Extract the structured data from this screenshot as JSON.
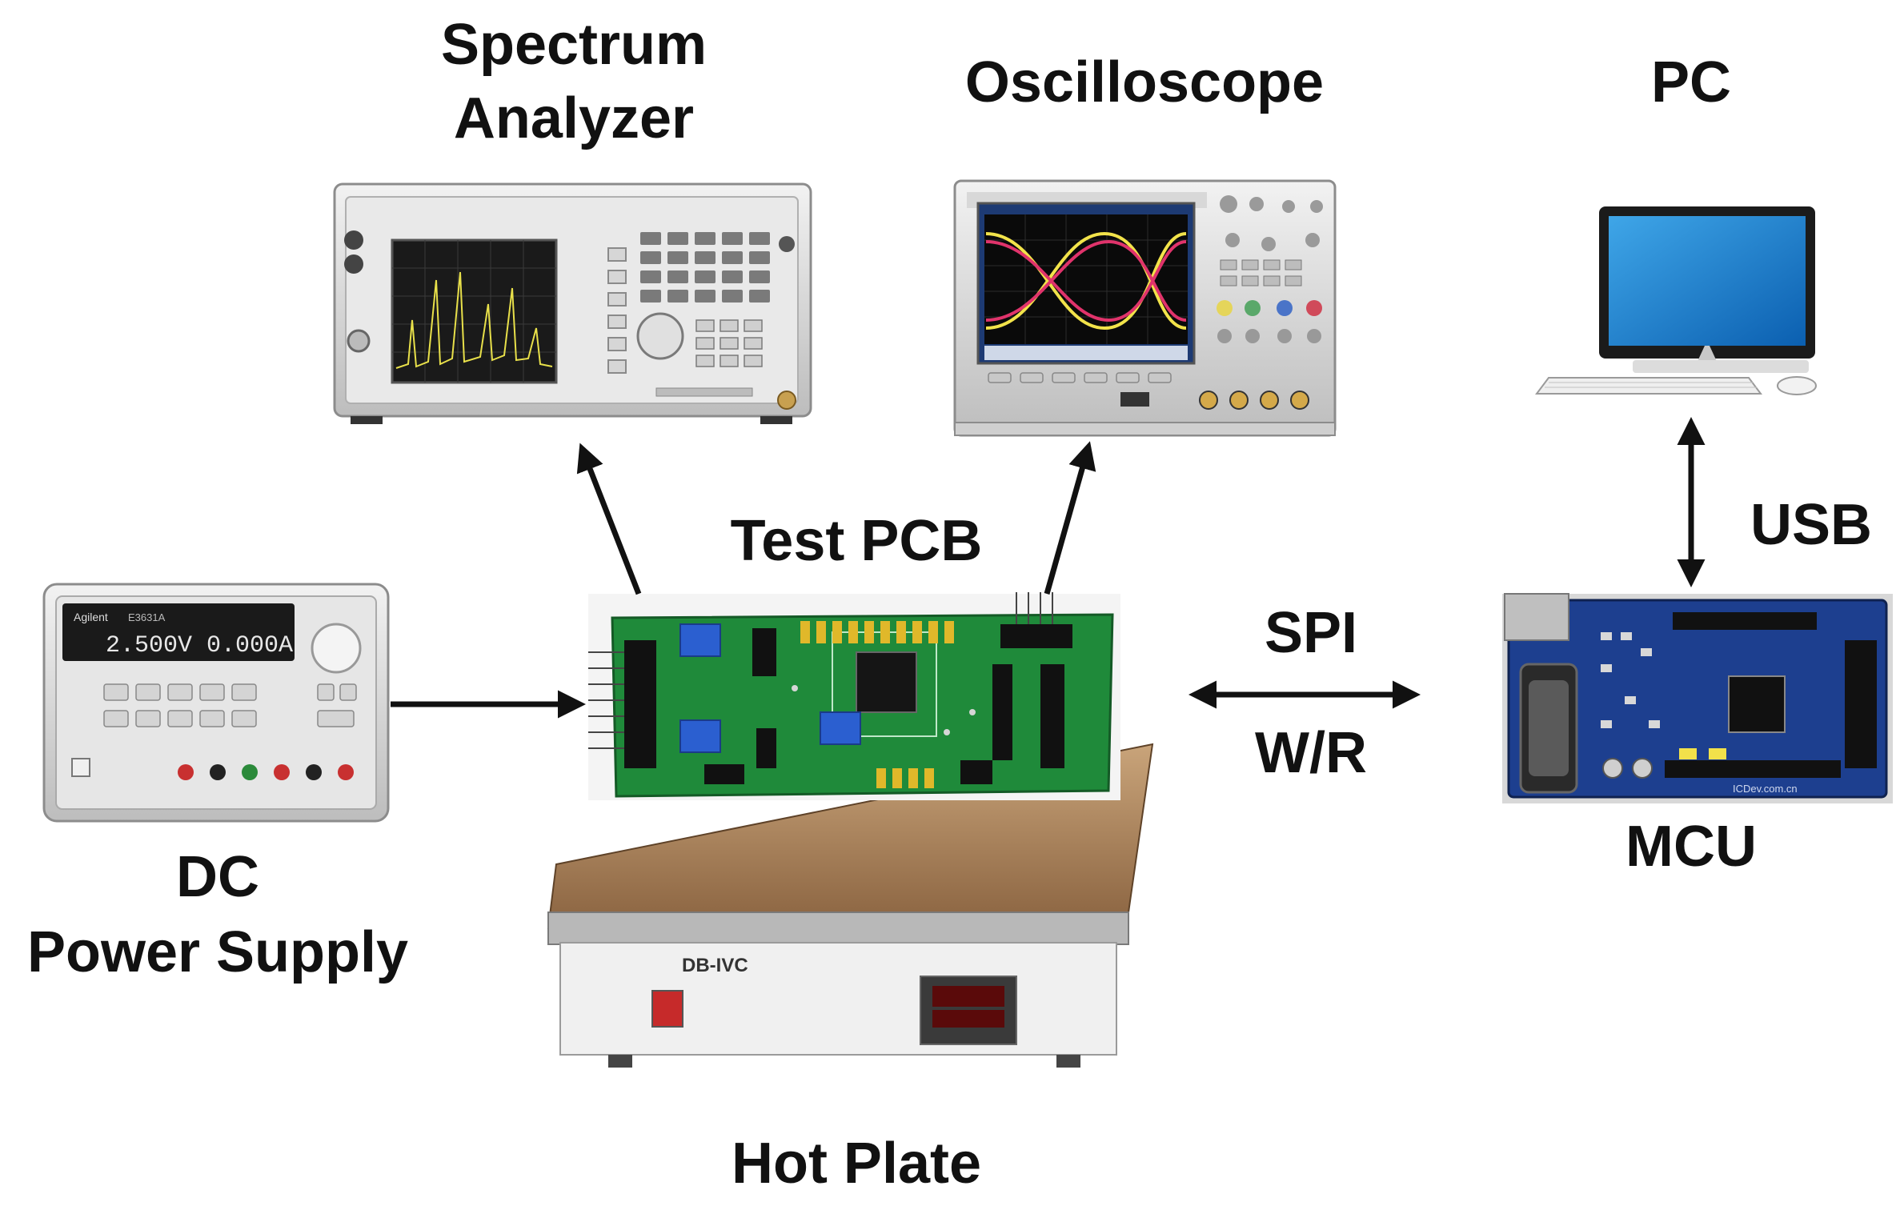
{
  "labels": {
    "spectrum_line1": "Spectrum",
    "spectrum_line2": "Analyzer",
    "oscilloscope": "Oscilloscope",
    "pc": "PC",
    "test_pcb": "Test PCB",
    "usb": "USB",
    "spi": "SPI",
    "wr": "W/R",
    "mcu": "MCU",
    "dc_line1": "DC",
    "dc_line2": "Power Supply",
    "hot_plate": "Hot Plate"
  },
  "device_text": {
    "supply_brand": "Agilent",
    "supply_model": "E3631A",
    "supply_display": "2.500V  0.000A",
    "plate_model": "DB-IVC",
    "mcu_site": "ICDev.com.cn"
  },
  "colors": {
    "label": "#111111",
    "arrow": "#111111",
    "pcb_green": "#1f8a3a",
    "mcu_blue": "#1d3f8f",
    "scope_yellow": "#f2e34a",
    "scope_magenta": "#e0336b"
  }
}
